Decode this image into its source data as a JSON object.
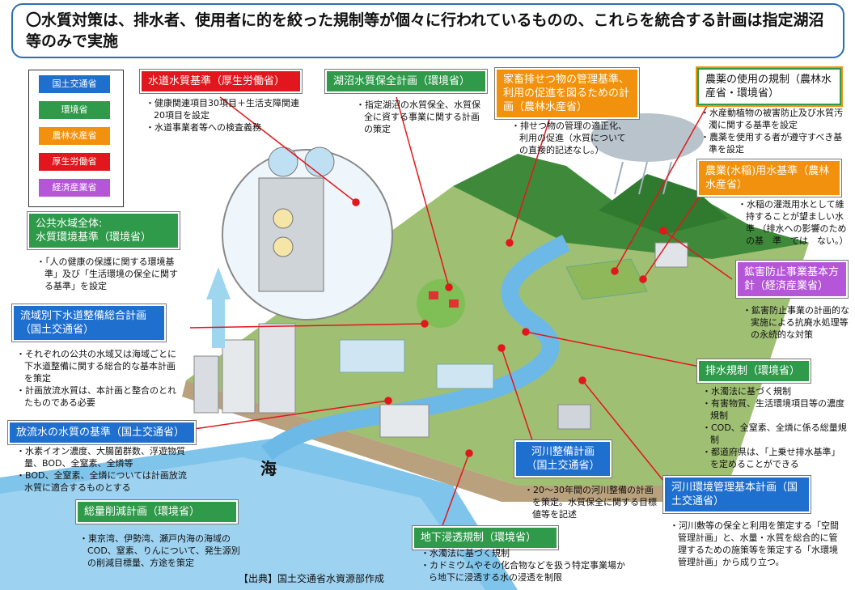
{
  "title": "〇水質対策は、排水者、使用者に的を絞った規制等が個々に行われているものの、これらを統合する計画は指定湖沼等のみで実施",
  "legend": [
    "国土交通省",
    "環境省",
    "農林水産省",
    "厚生労働省",
    "経済産業省"
  ],
  "colors": {
    "国土交通省": "#1f6fcf",
    "環境省": "#2e9a4a",
    "農林水産省": "#f2910d",
    "厚生労働省": "#e2171d",
    "経済産業省": "#b555d8",
    "frame": "#2c6fb2"
  },
  "boxes": {
    "water_supply": {
      "label": "水道水質基準（厚生労働省）",
      "bullets": [
        "健康関連項目30項目＋生活支障関連20項目を設定",
        "水道事業者等への検査義務"
      ]
    },
    "lake": {
      "label": "湖沼水質保全計画（環境省）",
      "bullets": [
        "指定湖沼の水質保全、水質保全に資する事業に関する計画の策定"
      ]
    },
    "livestock": {
      "label": "家畜排せつ物の管理基準、利用の促進を図るための計画（農林水産省）",
      "bullets": [
        "排せつ物の管理の適正化、利用の促進（水質についての直接的記述なし。）"
      ]
    },
    "pesticide": {
      "label": "農薬の使用の規制（農林水産省・環境省）",
      "bullets": [
        "水産動植物の被害防止及び水質汚濁に関する基準を設定",
        "農薬を使用する者が遵守すべき基準を設定"
      ]
    },
    "irrigation": {
      "label": "農業(水稲)用水基準（農林水産省）",
      "bullets": [
        "水稲の灌漑用水として維持することが望ましい水準 （排水への影響のための基　準　では　ない。）"
      ]
    },
    "mining": {
      "label": "鉱害防止事業基本方針（経済産業省）",
      "bullets": [
        "鉱害防止事業の計画的な実施による抗廃水処理等の永続的な対策"
      ]
    },
    "public_water": {
      "label": "公共水域全体:\n水質環境基準（環境省）",
      "bullets": [
        "「人の健康の保護に関する環境基準」及び「生活環境の保全に関する基準」を設定"
      ]
    },
    "sewer_plan": {
      "label": "流域別下水道整備総合計画（国土交通省）",
      "bullets": [
        "それぞれの公共の水域又は海域ごとに下水道整備に関する総合的な基本計画を策定",
        "計画放流水質は、本計画と整合のとれたものである必要"
      ]
    },
    "discharge": {
      "label": "放流水の水質の基準（国土交通省）",
      "bullets": [
        "水素イオン濃度、大腸菌群数、浮遊物質量、BOD、全窒素、全燐等",
        "BOD、全窒素、全燐については計画放流水質に適合するものとする"
      ]
    },
    "drainage": {
      "label": "排水規制（環境省）",
      "bullets": [
        "水濁法に基づく規制",
        "有害物質、生活環境項目等の濃度規制",
        "COD、全窒素、全燐に係る総量規制",
        "都道府県は、「上乗せ排水基準」を定めることができる"
      ]
    },
    "river_plan": {
      "label": "河川整備計画（国土交通省）",
      "bullets": [
        "20～30年間の河川整備の計画を策定。水質保全に関する目標値等を記述"
      ]
    },
    "river_env": {
      "label": "河川環境管理基本計画（国土交通省）",
      "bullets": [
        "河川敷等の保全と利用を策定する「空間管理計画」と、水量・水質を総合的に管理するための施策等を策定する「水環境管理計画」から成り立つ。"
      ]
    },
    "total_load": {
      "label": "総量削減計画（環境省）",
      "bullets": [
        "東京湾、伊勢湾、瀬戸内海の海域のCOD、窒素、りんについて、発生源別の削減目標量、方途を策定"
      ]
    },
    "groundwater": {
      "label": "地下浸透規制（環境省）",
      "bullets": [
        "水濁法に基づく規制",
        "カドミウムやその化合物などを扱う特定事業場から地下に浸透する水の浸透を制限"
      ]
    }
  },
  "sea_label": "海",
  "source": "【出典】国土交通省水資源部作成"
}
